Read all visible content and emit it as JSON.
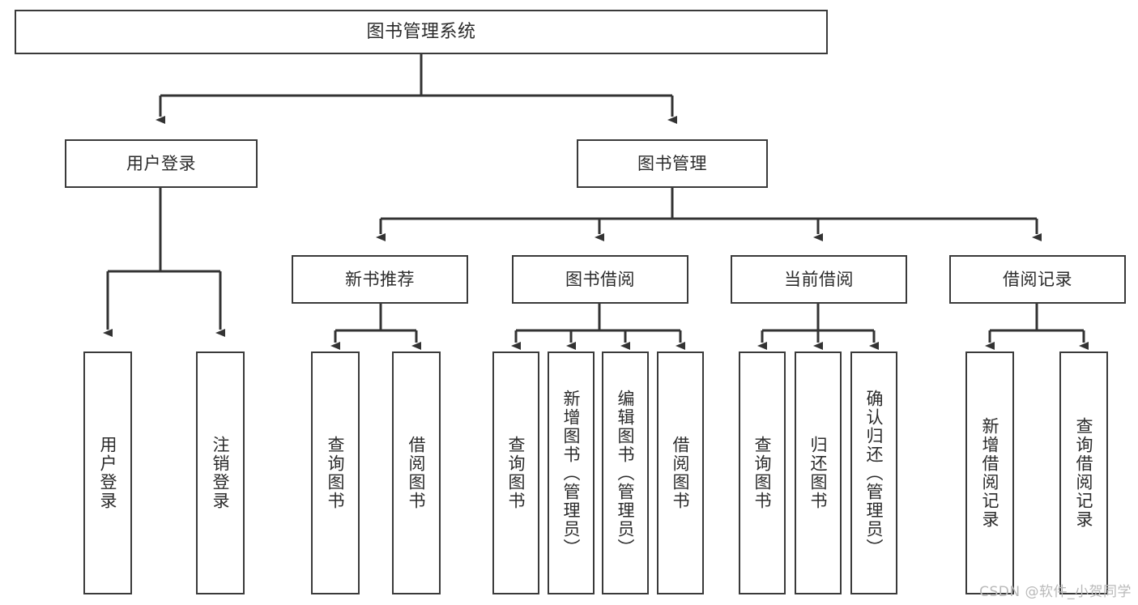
{
  "diagram": {
    "title": "图书管理系统",
    "type": "hierarchy-tree",
    "watermark": "CSDN @软件_小贺同学",
    "colors": {
      "box_border": "#3a3a3a",
      "box_fill": "#ffffff",
      "edge": "#333333",
      "text": "#2b2b2b",
      "background": "#ffffff",
      "watermark": "#b9b9b9"
    },
    "levels": {
      "root": [
        "图书管理系统"
      ],
      "level2": [
        "用户登录",
        "图书管理"
      ],
      "level3": [
        "新书推荐",
        "图书借阅",
        "当前借阅",
        "借阅记录"
      ],
      "leaves": [
        "用户登录",
        "注销登录",
        "查询图书",
        "借阅图书",
        "查询图书",
        "新增图书（管理员）",
        "编辑图书（管理员）",
        "借阅图书",
        "查询图书",
        "归还图书",
        "确认归还（管理员）",
        "新增借阅记录",
        "查询借阅记录"
      ]
    },
    "nodes": {
      "root": {
        "label": "图书管理系统"
      },
      "user_login": {
        "label": "用户登录"
      },
      "book_manage": {
        "label": "图书管理"
      },
      "new_book_rec": {
        "label": "新书推荐"
      },
      "book_borrow": {
        "label": "图书借阅"
      },
      "current_borrow": {
        "label": "当前借阅"
      },
      "borrow_record": {
        "label": "借阅记录"
      },
      "leaf_user_login": {
        "label": "用户登录"
      },
      "leaf_logout": {
        "label": "注销登录"
      },
      "leaf_query_book_a": {
        "label": "查询图书"
      },
      "leaf_borrow_book_a": {
        "label": "借阅图书"
      },
      "leaf_query_book_b": {
        "label": "查询图书"
      },
      "leaf_add_book": {
        "label": "新增图书（管理员）"
      },
      "leaf_edit_book": {
        "label": "编辑图书（管理员）"
      },
      "leaf_borrow_book_b": {
        "label": "借阅图书"
      },
      "leaf_query_book_c": {
        "label": "查询图书"
      },
      "leaf_return_book": {
        "label": "归还图书"
      },
      "leaf_confirm_return": {
        "label": "确认归还（管理员）"
      },
      "leaf_add_record": {
        "label": "新增借阅记录"
      },
      "leaf_query_record": {
        "label": "查询借阅记录"
      }
    }
  }
}
